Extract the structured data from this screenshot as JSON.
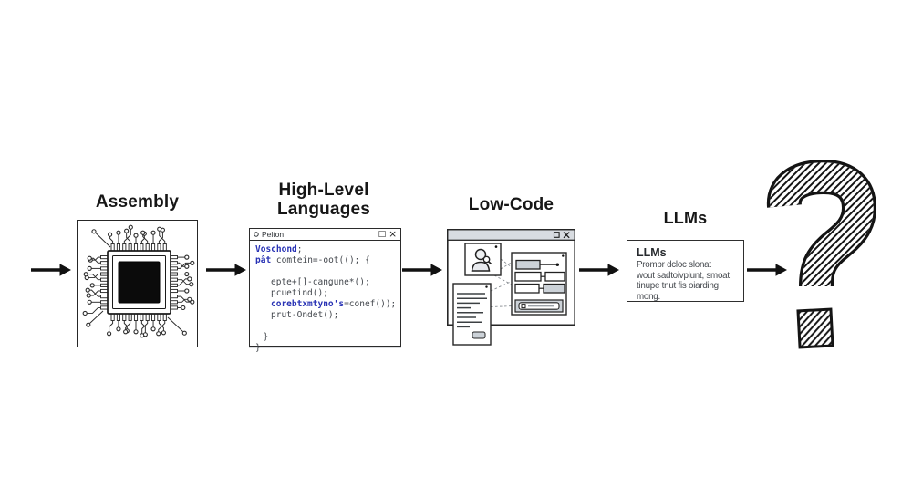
{
  "labels": {
    "assembly": "Assembly",
    "high_level": "High-Level\nLanguages",
    "low_code": "Low-Code",
    "llms": "LLMs"
  },
  "code_window": {
    "title": "Pelton",
    "minimize_glyph": "□",
    "close_glyph": "×",
    "lines": [
      {
        "keyword": "Voschond",
        "text": ";",
        "indent": 0
      },
      {
        "keyword": "pât",
        "text": " comtein=-oot((); {",
        "indent": 0
      },
      {
        "keyword": "",
        "text": "",
        "indent": 0
      },
      {
        "keyword": "",
        "text": "epte+[]-cangune*();",
        "indent": 2
      },
      {
        "keyword": "",
        "text": "pcuetind();",
        "indent": 2
      },
      {
        "keyword": "corebtxmtyno's",
        "text": "=conef());",
        "indent": 2
      },
      {
        "keyword": "",
        "text": "prut-Ondet();",
        "indent": 2
      },
      {
        "keyword": "",
        "text": "",
        "indent": 0
      },
      {
        "keyword": "",
        "text": "}",
        "indent": 1
      },
      {
        "keyword": "",
        "text": "}",
        "indent": 0
      }
    ]
  },
  "low_code_window": {
    "minimize_glyph": "□",
    "close_glyph": "×"
  },
  "llm_box": {
    "title": "LLMs",
    "body": "Prompr dcloc slonat\nwout sadtoivplunt, smoat\ntinupe tnut fis oiarding\nmong."
  },
  "colors": {
    "ink_black": "#111111",
    "keyword_blue": "#2832b4",
    "code_text": "#43474d",
    "titlebar_gray": "#d8dce1",
    "widget_gray": "#ccd2d8"
  }
}
